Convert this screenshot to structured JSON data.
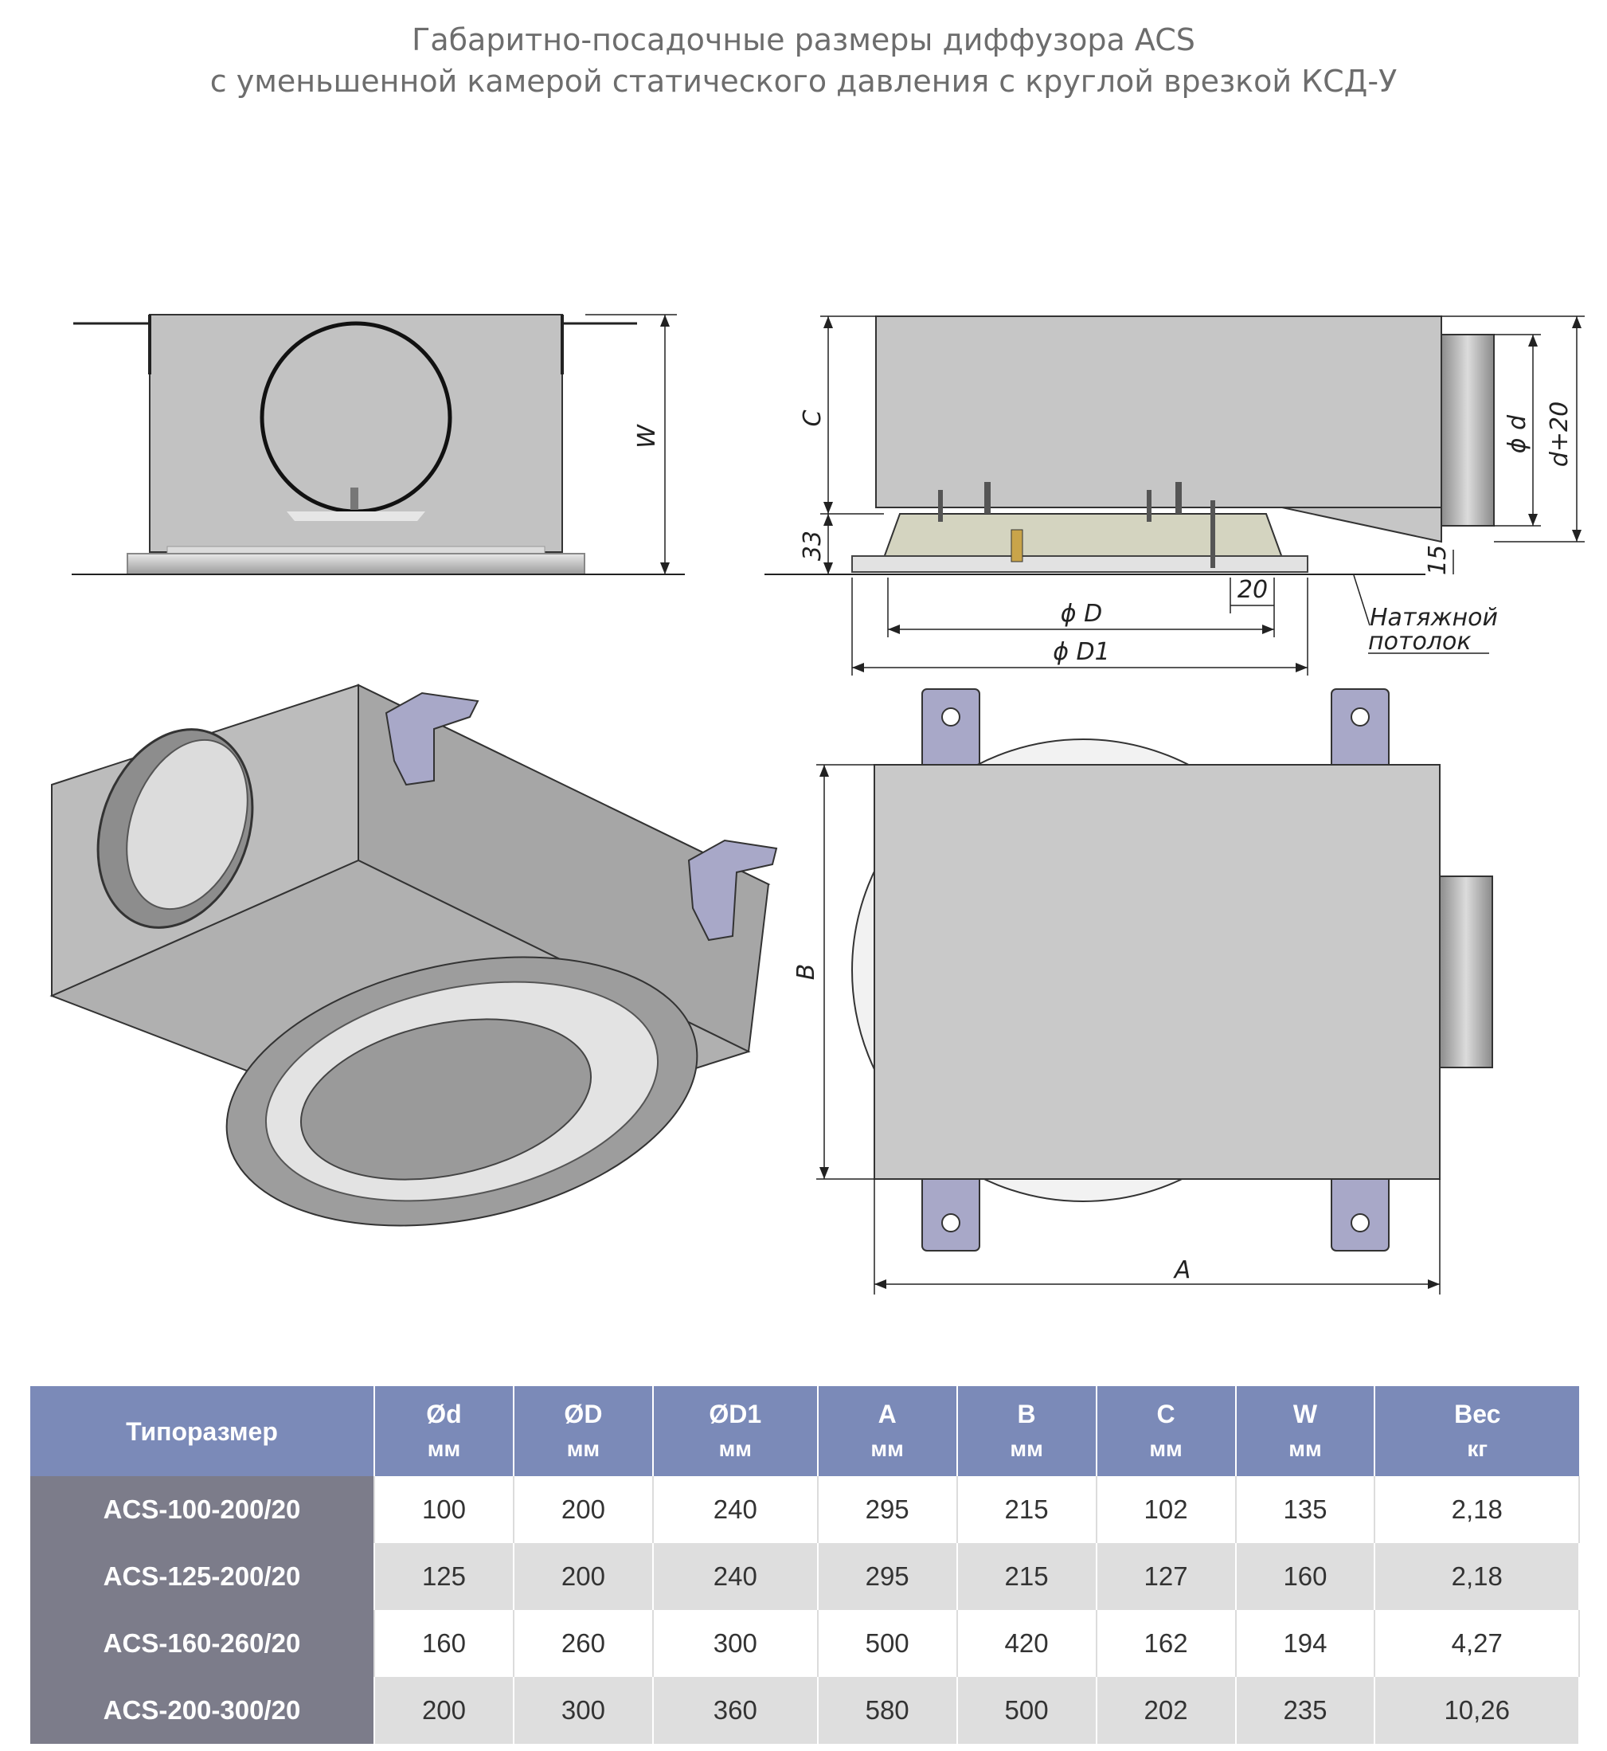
{
  "title": {
    "line1": "Габаритно-посадочные размеры диффузора ACS",
    "line2": "с уменьшенной камерой статического давления с круглой врезкой КСД-У"
  },
  "drawing": {
    "labels": {
      "W": "W",
      "C": "C",
      "dim33": "33",
      "phi_d": "ϕ d",
      "d20": "d+20",
      "dim15": "15",
      "dim20": "20",
      "phi_D": "ϕ D",
      "phi_D1": "ϕ D1",
      "ceiling1": "Натяжной",
      "ceiling2": "потолок",
      "B": "B",
      "A": "A"
    }
  },
  "table": {
    "headers": [
      {
        "name": "Типоразмер",
        "unit": ""
      },
      {
        "name": "Ød",
        "unit": "мм"
      },
      {
        "name": "ØD",
        "unit": "мм"
      },
      {
        "name": "ØD1",
        "unit": "мм"
      },
      {
        "name": "A",
        "unit": "мм"
      },
      {
        "name": "B",
        "unit": "мм"
      },
      {
        "name": "C",
        "unit": "мм"
      },
      {
        "name": "W",
        "unit": "мм"
      },
      {
        "name": "Вес",
        "unit": "кг"
      }
    ],
    "rows": [
      [
        "ACS-100-200/20",
        "100",
        "200",
        "240",
        "295",
        "215",
        "102",
        "135",
        "2,18"
      ],
      [
        "ACS-125-200/20",
        "125",
        "200",
        "240",
        "295",
        "215",
        "127",
        "160",
        "2,18"
      ],
      [
        "ACS-160-260/20",
        "160",
        "260",
        "300",
        "500",
        "420",
        "162",
        "194",
        "4,27"
      ],
      [
        "ACS-200-300/20",
        "200",
        "300",
        "360",
        "580",
        "500",
        "202",
        "235",
        "10,26"
      ]
    ]
  }
}
